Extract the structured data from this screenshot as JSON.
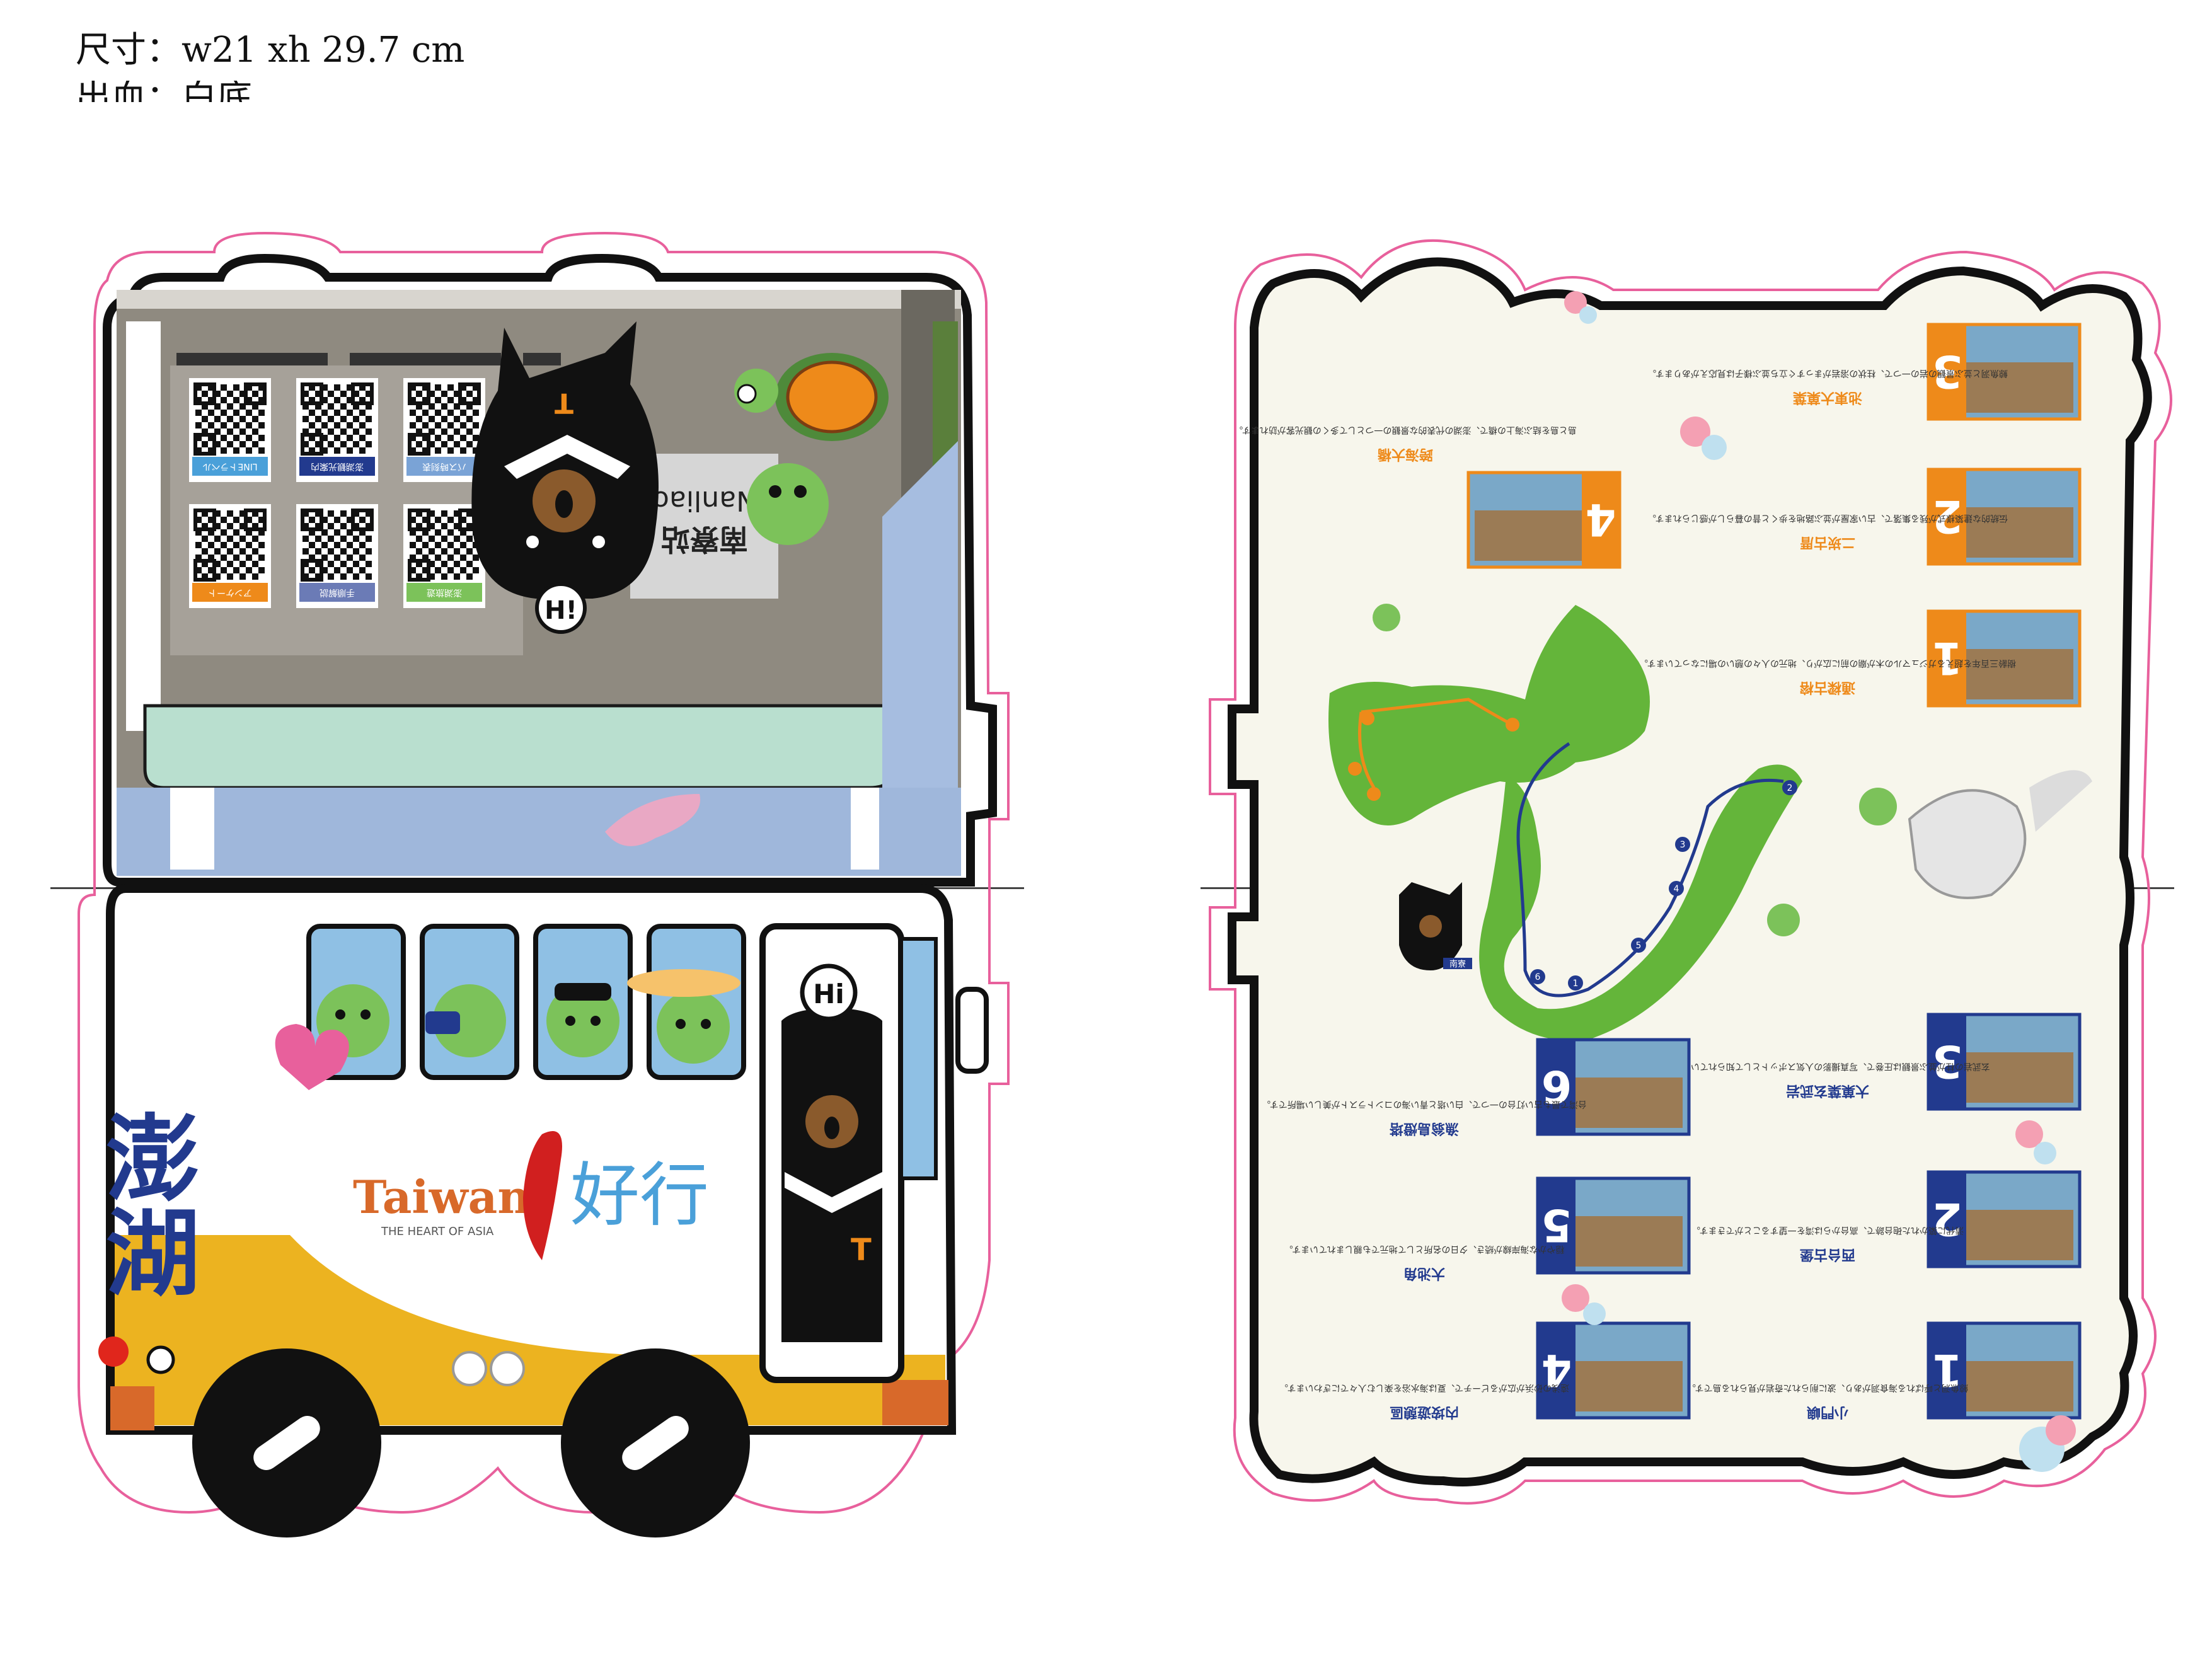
{
  "header": {
    "size_line": "尺寸：w21 xh 29.7 cm",
    "bleed_line": "出血：白底"
  },
  "front": {
    "qr_labels": [
      "LINEトラベル",
      "澎湖観光案内",
      "バス時刻表",
      "アンケート",
      "手順解説",
      "澎湖旅遊"
    ],
    "stop_sign": {
      "name_zh": "南寮站",
      "name_en": "Nanliao"
    },
    "bear_bubble": "H!",
    "driver_bubble": "Hi",
    "title_zh": "澎湖",
    "brand": "Taiwan",
    "brand_tagline": "THE HEART OF ASIA",
    "slogan": "好行",
    "bear_letter": "T"
  },
  "back": {
    "spots_top": [
      {
        "num": "3",
        "title": "池東大菓葉",
        "desc": "鯨魚洞と並ぶ景観の岩の一つで、柱状の溶岩がまっすぐ立ち並ぶ様子は見応えがあります。"
      },
      {
        "num": "2",
        "title": "二崁古厝",
        "desc": "伝統的な建築様式が残る集落で、古い家屋が並ぶ路地を歩くと昔の暮らしが感じられます。"
      },
      {
        "num": "1",
        "title": "通樑古榕",
        "desc": "樹齢三百年を超えるガジュマルの木が廟の前に広がり、地元の人々の憩いの場になっています。"
      },
      {
        "num": "4",
        "title": "跨海大橋",
        "desc": "島と島を結ぶ海上の橋で、澎湖の代表的な景観の一つとして多くの観光客が訪れます。"
      }
    ],
    "spots_bottom": [
      {
        "num": "3",
        "title": "大菓葉玄武岩",
        "desc": "玄武岩の柱が並ぶ景観は圧巻で、写真撮影の人気スポットとして知られています。"
      },
      {
        "num": "2",
        "title": "西台古堡",
        "desc": "清代に築かれた砲台跡で、高台からは湾を一望することができます。"
      },
      {
        "num": "1",
        "title": "小門嶼",
        "desc": "鯨魚洞と呼ばれる海食洞があり、波に削られた奇岩が見られる島です。"
      },
      {
        "num": "6",
        "title": "漁翁島燈塔",
        "desc": "台湾で最も古い灯台の一つで、白い塔と青い海のコントラストが美しい場所です。"
      },
      {
        "num": "5",
        "title": "大池角",
        "desc": "穏やかな海岸線が続き、夕日の名所として地元でも親しまれています。"
      },
      {
        "num": "4",
        "title": "内垵遊憩區",
        "desc": "遠浅の砂浜が広がるビーチで、夏は海水浴を楽しむ人々でにぎわいます。"
      }
    ],
    "map_stop_nums": [
      "1",
      "2",
      "3",
      "4",
      "5",
      "6"
    ],
    "map_tag": "南寮"
  },
  "colors": {
    "cut_line": "#e8609c",
    "orange": "#ee8a1a",
    "navy": "#223a8e",
    "green": "#64b53a",
    "bus_yellow": "#ecb320",
    "bus_orange": "#d8692a",
    "cream": "#f7f6ec"
  }
}
